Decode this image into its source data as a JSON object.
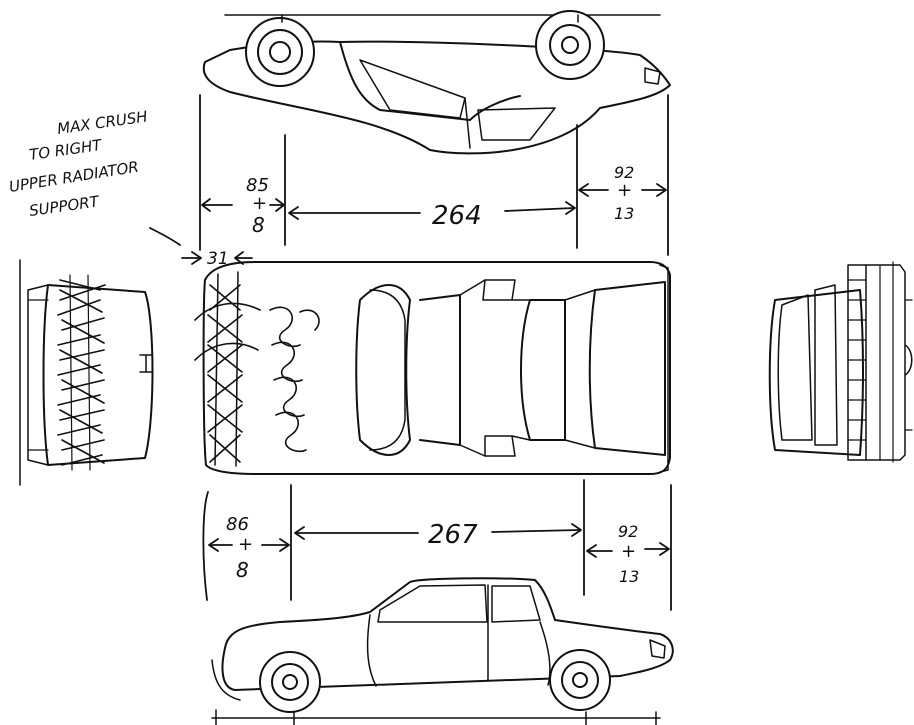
{
  "annotation": {
    "lines": [
      "MAX CRUSH",
      "TO RIGHT",
      "UPPER RADIATOR",
      "SUPPORT"
    ]
  },
  "top_dims": {
    "front_overhang": [
      "85",
      "+",
      "8"
    ],
    "wheelbase": "264",
    "rear_overhang": [
      "92",
      "+",
      "13"
    ],
    "crush": "31"
  },
  "bottom_dims": {
    "front_overhang": [
      "86",
      "+",
      "8"
    ],
    "wheelbase": "267",
    "rear_overhang": [
      "92",
      "+",
      "13"
    ]
  },
  "views": {
    "top_side": "car-side-view-top",
    "plan": "car-plan-view",
    "front": "car-front-view",
    "rear": "car-rear-view",
    "bottom_side": "car-side-view-bottom"
  }
}
